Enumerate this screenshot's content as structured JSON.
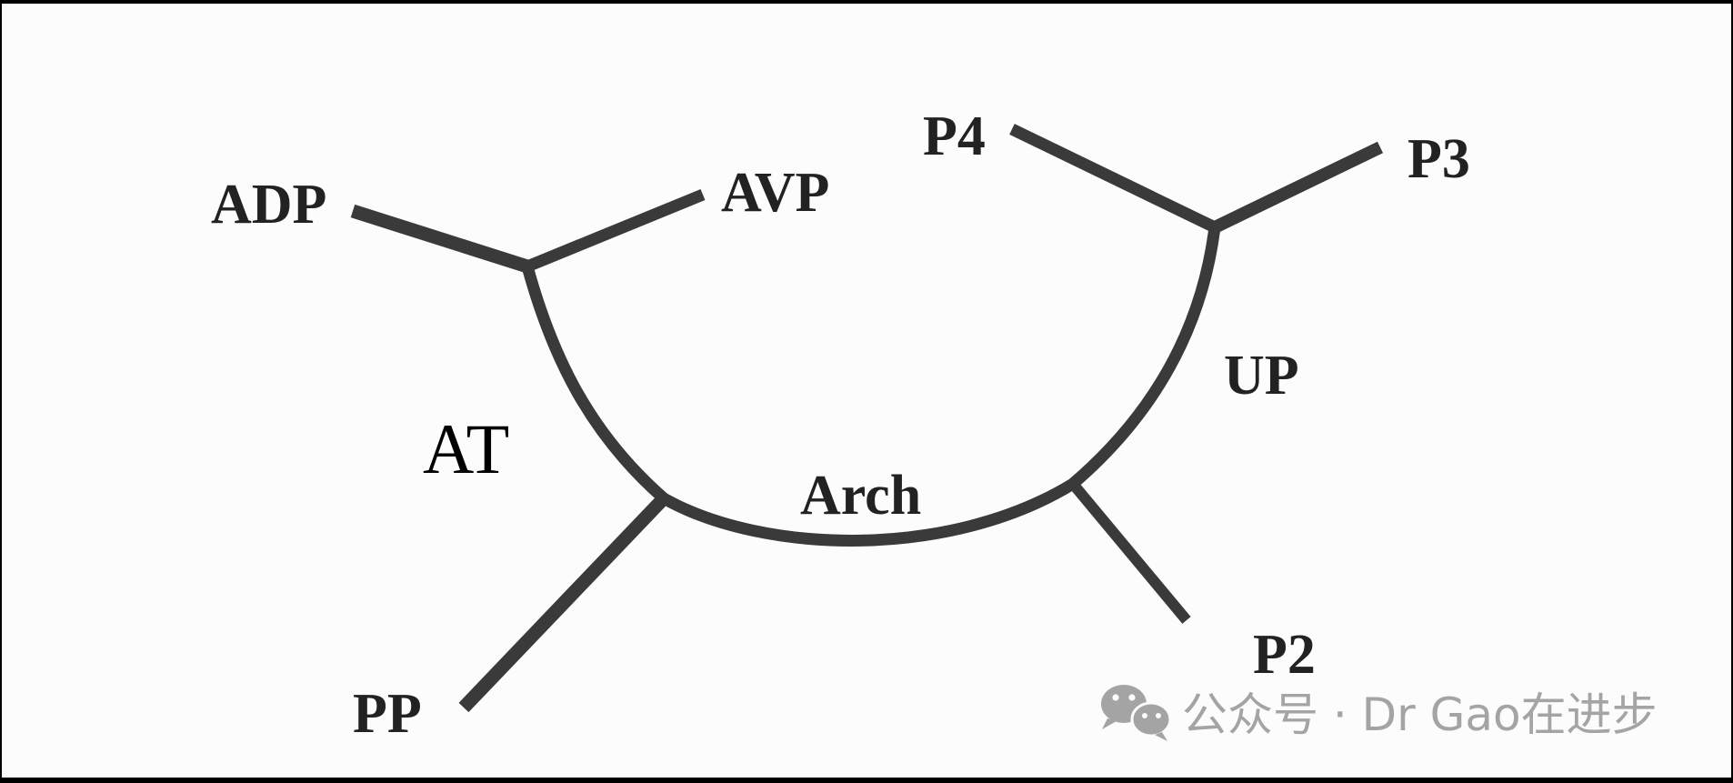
{
  "diagram": {
    "labels": {
      "adp": "ADP",
      "avp": "AVP",
      "p4": "P4",
      "p3": "P3",
      "up": "UP",
      "at": "AT",
      "arch": "Arch",
      "p2": "P2",
      "pp": "PP"
    },
    "colors": {
      "line": "#3a3a3a",
      "label": "#222222",
      "background": "#fcfcfc",
      "frame": "#000000"
    }
  },
  "watermark": {
    "icon": "wechat-icon",
    "text": "公众号 · Dr Gao在进步",
    "color": "#a4a4a4"
  }
}
